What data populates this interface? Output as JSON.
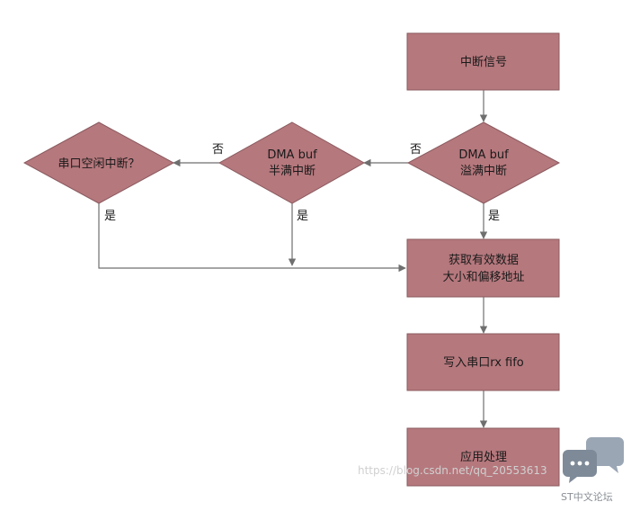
{
  "diagram": {
    "colors": {
      "node_fill": "#b5787d",
      "node_stroke": "#8a5a5f",
      "edge": "#6f6f6f",
      "text": "#1a1a1a"
    },
    "nodes": {
      "interrupt_signal": {
        "text": "中断信号"
      },
      "dma_overflow": {
        "line1": "DMA  buf",
        "line2": "溢满中断"
      },
      "dma_half": {
        "line1": "DMA  buf",
        "line2": "半满中断"
      },
      "uart_idle": {
        "text": "串口空闲中断？"
      },
      "get_data": {
        "line1": "获取有效数据",
        "line2": "大小和偏移地址"
      },
      "write_fifo": {
        "text": "写入串口rx  fifo"
      },
      "app_process": {
        "text": "应用处理"
      }
    },
    "edge_labels": {
      "overflow_no": "否",
      "half_no": "否",
      "overflow_yes": "是",
      "half_yes": "是",
      "idle_yes": "是"
    }
  },
  "watermark": {
    "url": "https://blog.csdn.net/qq_20553613",
    "forum": "ST中文论坛",
    "chat_icon": "speech-bubbles-icon"
  }
}
